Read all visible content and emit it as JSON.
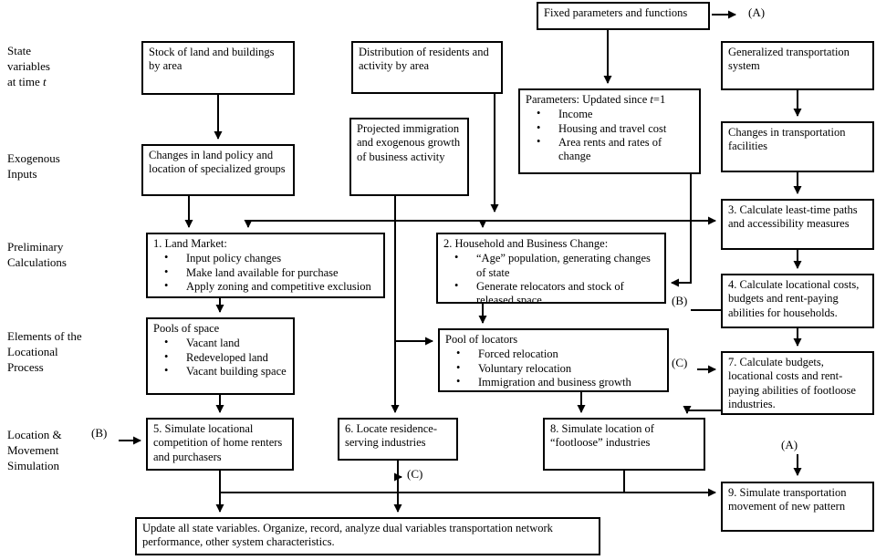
{
  "colors": {
    "ink": "#000000",
    "background": "#ffffff"
  },
  "row_labels": {
    "state_vars_pre": "State\nvariables\nat time ",
    "state_vars_t": "t",
    "exogenous": "Exogenous\nInputs",
    "preliminary": "Preliminary\nCalculations",
    "elements": "Elements of the\nLocational\nProcess",
    "location": "Location &\nMovement\nSimulation"
  },
  "boxes": {
    "fixed_params": {
      "title": "Fixed parameters and functions"
    },
    "stock_land": {
      "title": "Stock of land and buildings by area"
    },
    "distribution": {
      "title": "Distribution of residents and activity by area"
    },
    "generalized": {
      "title": "Generalized transportation system"
    },
    "parameters": {
      "title_pre": "Parameters: Updated since ",
      "title_t": "t",
      "title_post": "=1",
      "bullets": [
        "Income",
        "Housing and travel cost",
        "Area rents and rates of change"
      ]
    },
    "projected": {
      "title": "Projected immigration and exogenous growth of business activity"
    },
    "changes_land": {
      "title": "Changes in land policy and location of specialized groups"
    },
    "changes_transport": {
      "title": "Changes in transportation facilities"
    },
    "calc_paths": {
      "title": "3. Calculate least-time paths and accessibility measures"
    },
    "land_market": {
      "title": "1. Land Market:",
      "bullets": [
        "Input policy changes",
        "Make land available for purchase",
        "Apply zoning and competitive exclusion"
      ]
    },
    "household_change": {
      "title": "2. Household and Business Change:",
      "bullets": [
        "“Age” population, generating changes of state",
        "Generate relocators and stock of released space"
      ]
    },
    "calc_costs": {
      "title": "4. Calculate locational costs, budgets and rent-paying abilities for households."
    },
    "pools_space": {
      "title": "Pools of space",
      "bullets": [
        "Vacant land",
        "Redeveloped land",
        "Vacant building space"
      ]
    },
    "pool_locators": {
      "title": "Pool of locators",
      "bullets": [
        "Forced relocation",
        "Voluntary relocation",
        "Immigration and business growth"
      ]
    },
    "calc_budgets": {
      "title": "7. Calculate budgets, locational costs and rent-paying abilities of footloose industries."
    },
    "simulate_competition": {
      "title": "5. Simulate locational competition of home renters and purchasers"
    },
    "locate_industries": {
      "title": "6. Locate residence-serving industries"
    },
    "simulate_footloose": {
      "title": "8. Simulate location of “footloose” industries"
    },
    "simulate_transport": {
      "title": "9. Simulate transportation movement of new pattern"
    },
    "update_state": {
      "title": "Update all state variables. Organize, record, analyze dual variables  transportation network performance, other system characteristics."
    }
  },
  "connector_labels": {
    "a_top": "(A)",
    "a_bottom": "(A)",
    "b_into_box5": "(B)",
    "b_from_box4": "(B)",
    "c_into_box7": "(C)",
    "c_from_box6": "(C)"
  }
}
